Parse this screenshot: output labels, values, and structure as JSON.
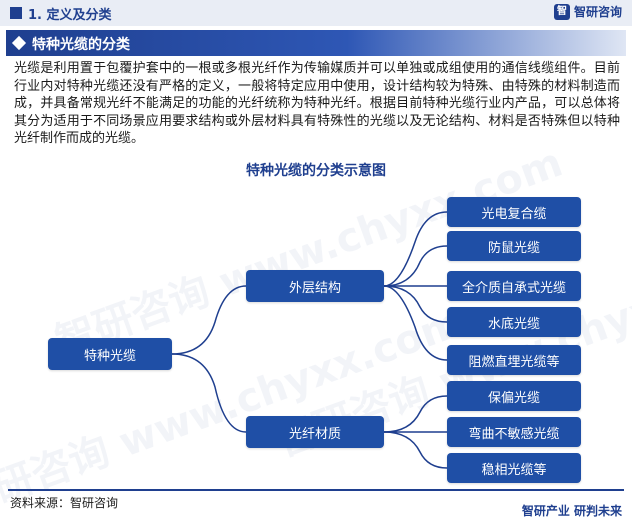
{
  "header": {
    "section_title": "1. 定义及分类",
    "brand_logo": "智",
    "brand_name": "智研咨询"
  },
  "title_band": {
    "text": "特种光缆的分类"
  },
  "paragraph": "光缆是利用置于包覆护套中的一根或多根光纤作为传输媒质并可以单独或成组使用的通信线缆组件。目前行业内对特种光缆还没有严格的定义，一般将特定应用中使用，设计结构较为特殊、由特殊的材料制造而成，并具备常规光纤不能满足的功能的光纤统称为特种光纤。根据目前特种光缆行业内产品，可以总体将其分为适用于不同场景应用要求结构或外层材料具有特殊性的光缆以及无论结构、材料是否特殊但以特种光纤制作而成的光缆。",
  "diagram": {
    "title": "特种光缆的分类示意图",
    "root": "特种光缆",
    "branches": [
      {
        "label": "外层结构",
        "children": [
          "光电复合缆",
          "防鼠光缆",
          "全介质自承式光缆",
          "水底光缆",
          "阻燃直埋光缆等"
        ]
      },
      {
        "label": "光纤材质",
        "children": [
          "保偏光缆",
          "弯曲不敏感光缆",
          "稳相光缆等"
        ]
      }
    ]
  },
  "watermark": "智研咨询 www.chyxx.com",
  "footer": {
    "source": "资料来源：智研咨询",
    "slogan": "智研产业 研判未来"
  },
  "colors": {
    "primary": "#1f3f8f",
    "node": "#1f4fa6",
    "connector": "#1f3f8f"
  }
}
